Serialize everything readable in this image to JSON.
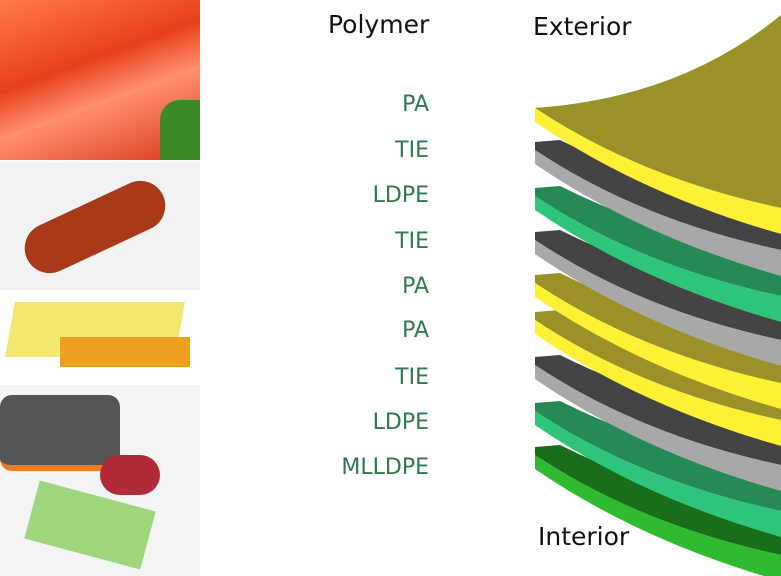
{
  "headers": {
    "polymer": "Polymer",
    "exterior": "Exterior",
    "interior": "Interior"
  },
  "layers": [
    {
      "name": "PA",
      "surface": "#9a9228",
      "edge": "#fff035"
    },
    {
      "name": "TIE",
      "surface": "#444444",
      "edge": "#a8a8a8"
    },
    {
      "name": "LDPE",
      "surface": "#268a55",
      "edge": "#2ec47a"
    },
    {
      "name": "TIE",
      "surface": "#444444",
      "edge": "#a8a8a8"
    },
    {
      "name": "PA",
      "surface": "#9a9228",
      "edge": "#fff035"
    },
    {
      "name": "PA",
      "surface": "#9a9228",
      "edge": "#fff035"
    },
    {
      "name": "TIE",
      "surface": "#444444",
      "edge": "#a8a8a8"
    },
    {
      "name": "LDPE",
      "surface": "#268a55",
      "edge": "#2ec47a"
    },
    {
      "name": "MLLDPE",
      "surface": "#1a6e1a",
      "edge": "#2fbb2f"
    }
  ],
  "label_color": "#2e7a4a"
}
